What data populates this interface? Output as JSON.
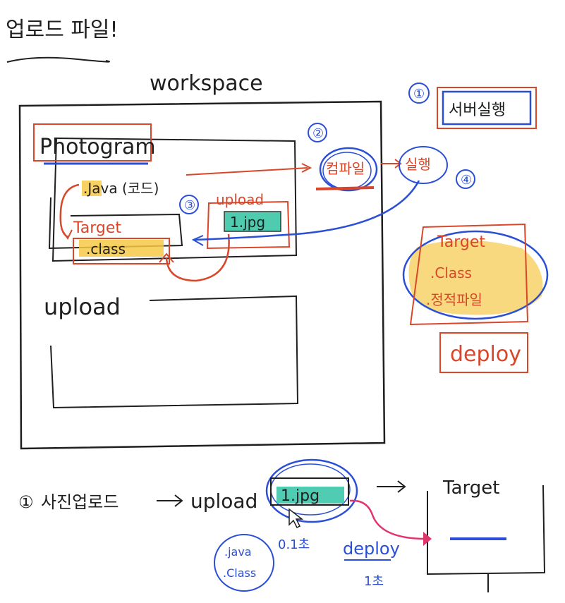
{
  "title": "업로드 파일!",
  "workspace_label": "workspace",
  "photogram_label": "Photogram",
  "java_label": ".Java (코드)",
  "compile_label": "컴파일",
  "run_label": "실행",
  "target_label": "Target",
  "class_label": ".class",
  "upload_inner_label": "upload",
  "jpg_label": "1.jpg",
  "upload_outer_label": "upload",
  "server_run_label": "서버실행",
  "right_target_label": "Target",
  "right_class_label": ".Class",
  "right_static_label": ".정적파일",
  "deploy_label": "deploy",
  "step_markers": [
    "①",
    "②",
    "③",
    "④"
  ],
  "bottom": {
    "prefix": "①",
    "text": "사진업로드",
    "upload": "upload",
    "jpg": "1.jpg",
    "target": "Target",
    "java": ".java",
    "class": ".Class",
    "time_a": "0.1초",
    "deploy": "deploy",
    "time_b": "1초"
  },
  "colors": {
    "ink": "#1f1f1f",
    "red": "#d9472b",
    "blue": "#2a4fd6",
    "highlight_yellow": "#f7c948",
    "highlight_teal": "#3cc6a8",
    "pink": "#e0356b"
  }
}
